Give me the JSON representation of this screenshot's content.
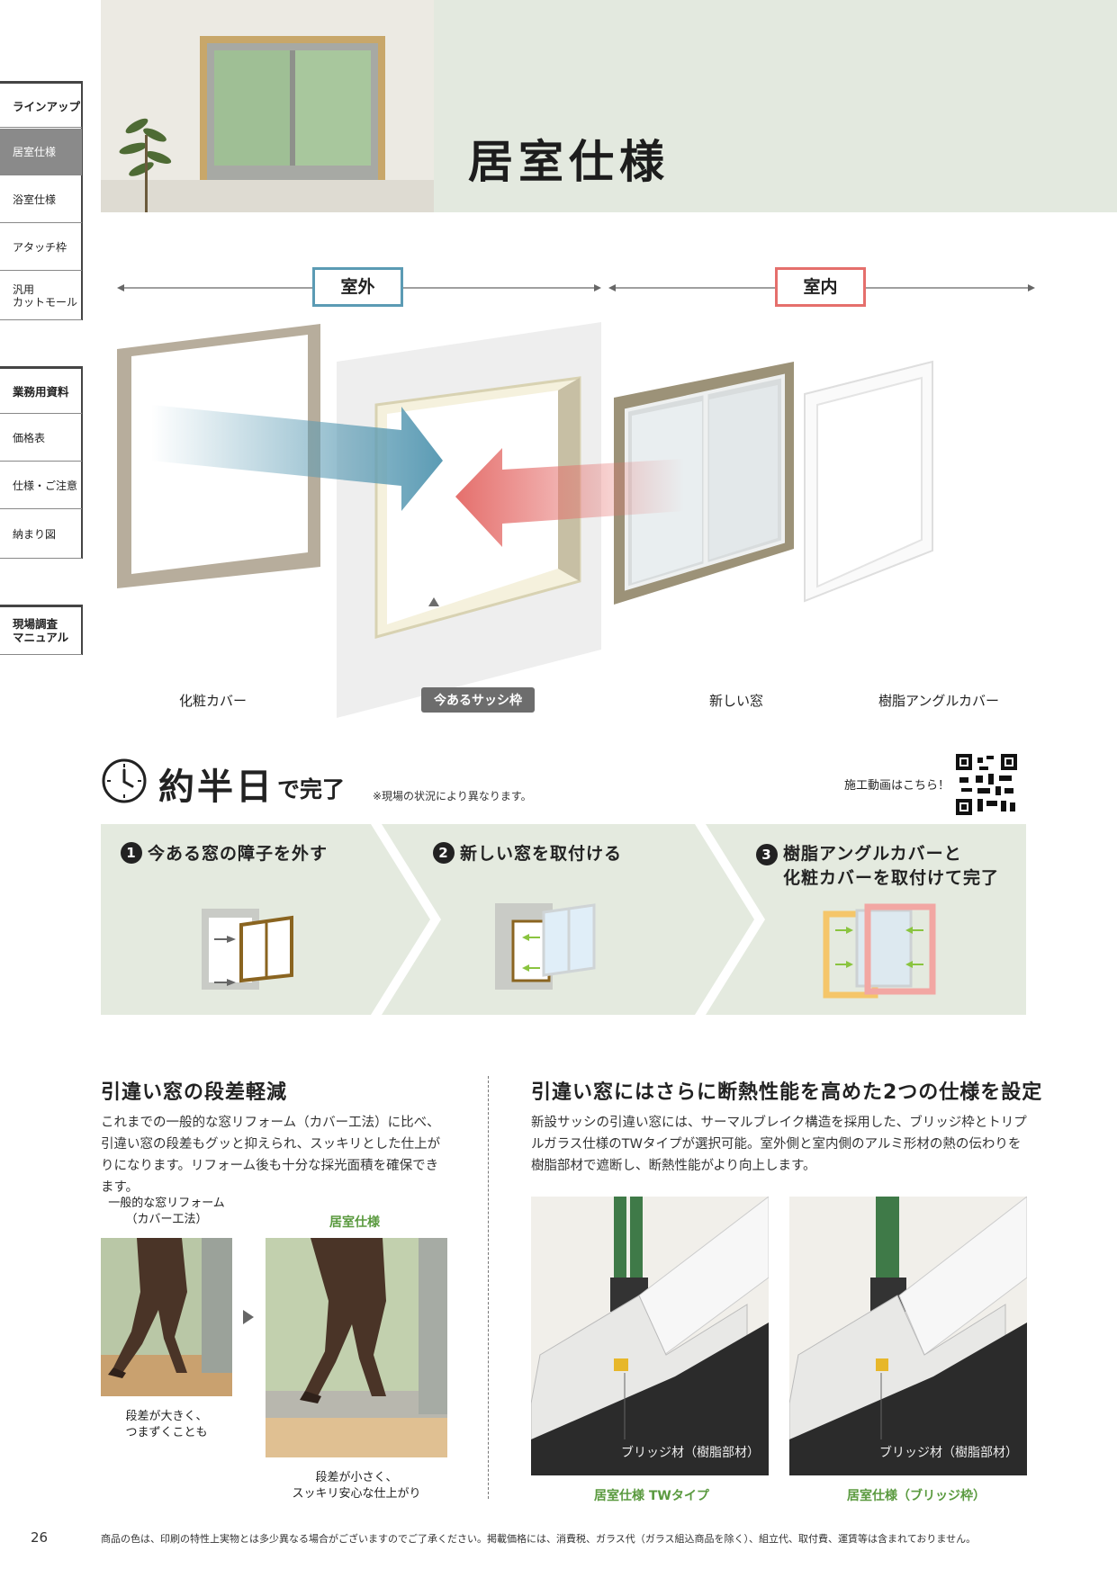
{
  "sidebar": {
    "lineup": [
      "ラインアップ",
      "居室仕様",
      "浴室仕様",
      "アタッチ枠",
      "汎用\nカットモール"
    ],
    "business": [
      "業務用資料",
      "価格表",
      "仕様・ご注意",
      "納まり図"
    ],
    "manual": "現場調査\nマニュアル"
  },
  "hero": {
    "title": "居室仕様"
  },
  "diagram": {
    "outdoor": "室外",
    "indoor": "室内",
    "parts": [
      "化粧カバー",
      "今あるサッシ枠",
      "新しい窓",
      "樹脂アングルカバー"
    ]
  },
  "completion": {
    "big": "約半日",
    "suffix": "で完了",
    "note": "※現場の状況により異なります。",
    "video": "施工動画はこちら！"
  },
  "steps": [
    {
      "num": "1",
      "text": "今ある窓の障子を外す"
    },
    {
      "num": "2",
      "text": "新しい窓を取付ける"
    },
    {
      "num": "3",
      "text": "樹脂アングルカバーと\n化粧カバーを取付けて完了"
    }
  ],
  "left_section": {
    "heading": "引違い窓の段差軽減",
    "body": "これまでの一般的な窓リフォーム（カバー工法）に比べ、引違い窓の段差もグッと抑えられ、スッキリとした仕上がりになります。リフォーム後も十分な採光面積を確保できます。",
    "compare_left_title": "一般的な窓リフォーム\n（カバー工法）",
    "compare_right_title": "居室仕様",
    "compare_left_caption": "段差が大きく、\nつまずくことも",
    "compare_right_caption": "段差が小さく、\nスッキリ安心な仕上がり"
  },
  "right_section": {
    "heading": "引違い窓にはさらに断熱性能を高めた2つの仕様を設定",
    "body": "新設サッシの引違い窓には、サーマルブレイク構造を採用した、ブリッジ枠とトリプルガラス仕様のTWタイプが選択可能。室外側と室内側のアルミ形材の熱の伝わりを樹脂部材で遮断し、断熱性能がより向上します。",
    "bridge_label": "ブリッジ材（樹脂部材）",
    "product_left": "居室仕様 TWタイプ",
    "product_right": "居室仕様（ブリッジ枠）"
  },
  "footer": {
    "page": "26",
    "text": "商品の色は、印刷の特性上実物とは多少異なる場合がございますのでご了承ください。掲載価格には、消費税、ガラス代（ガラス組込商品を除く）、組立代、取付費、運賃等は含まれておりません。"
  },
  "colors": {
    "outdoor": "#5b9bb4",
    "indoor": "#e56f6c",
    "accent_green": "#5a9a3f",
    "step_bg": "#e4eadf"
  }
}
